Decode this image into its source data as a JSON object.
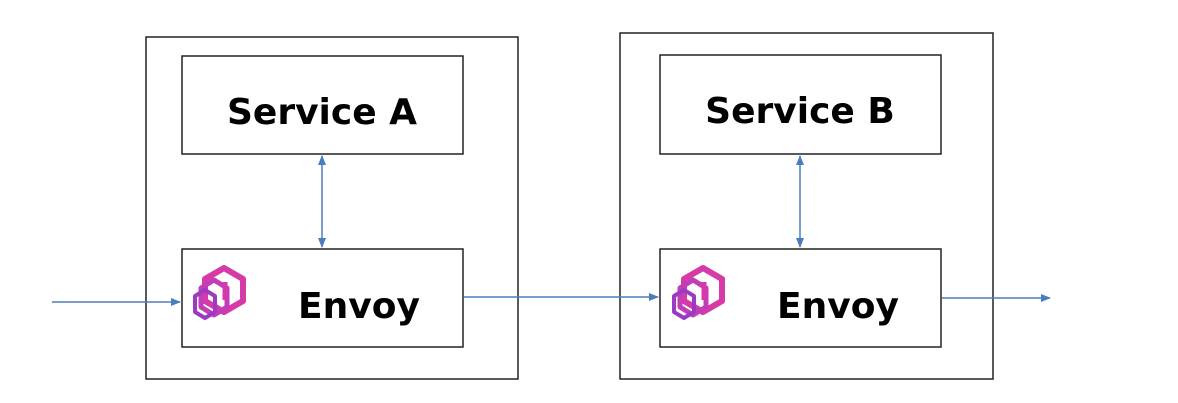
{
  "diagram": {
    "pods": [
      {
        "service_label": "Service A",
        "proxy_label": "Envoy",
        "proxy_icon": "envoy-logo-icon"
      },
      {
        "service_label": "Service B",
        "proxy_label": "Envoy",
        "proxy_icon": "envoy-logo-icon"
      }
    ],
    "colors": {
      "border": "#222222",
      "arrow": "#4a7ebb",
      "logo_magenta": "#d63aa6",
      "logo_purple": "#9b3bc4"
    }
  }
}
